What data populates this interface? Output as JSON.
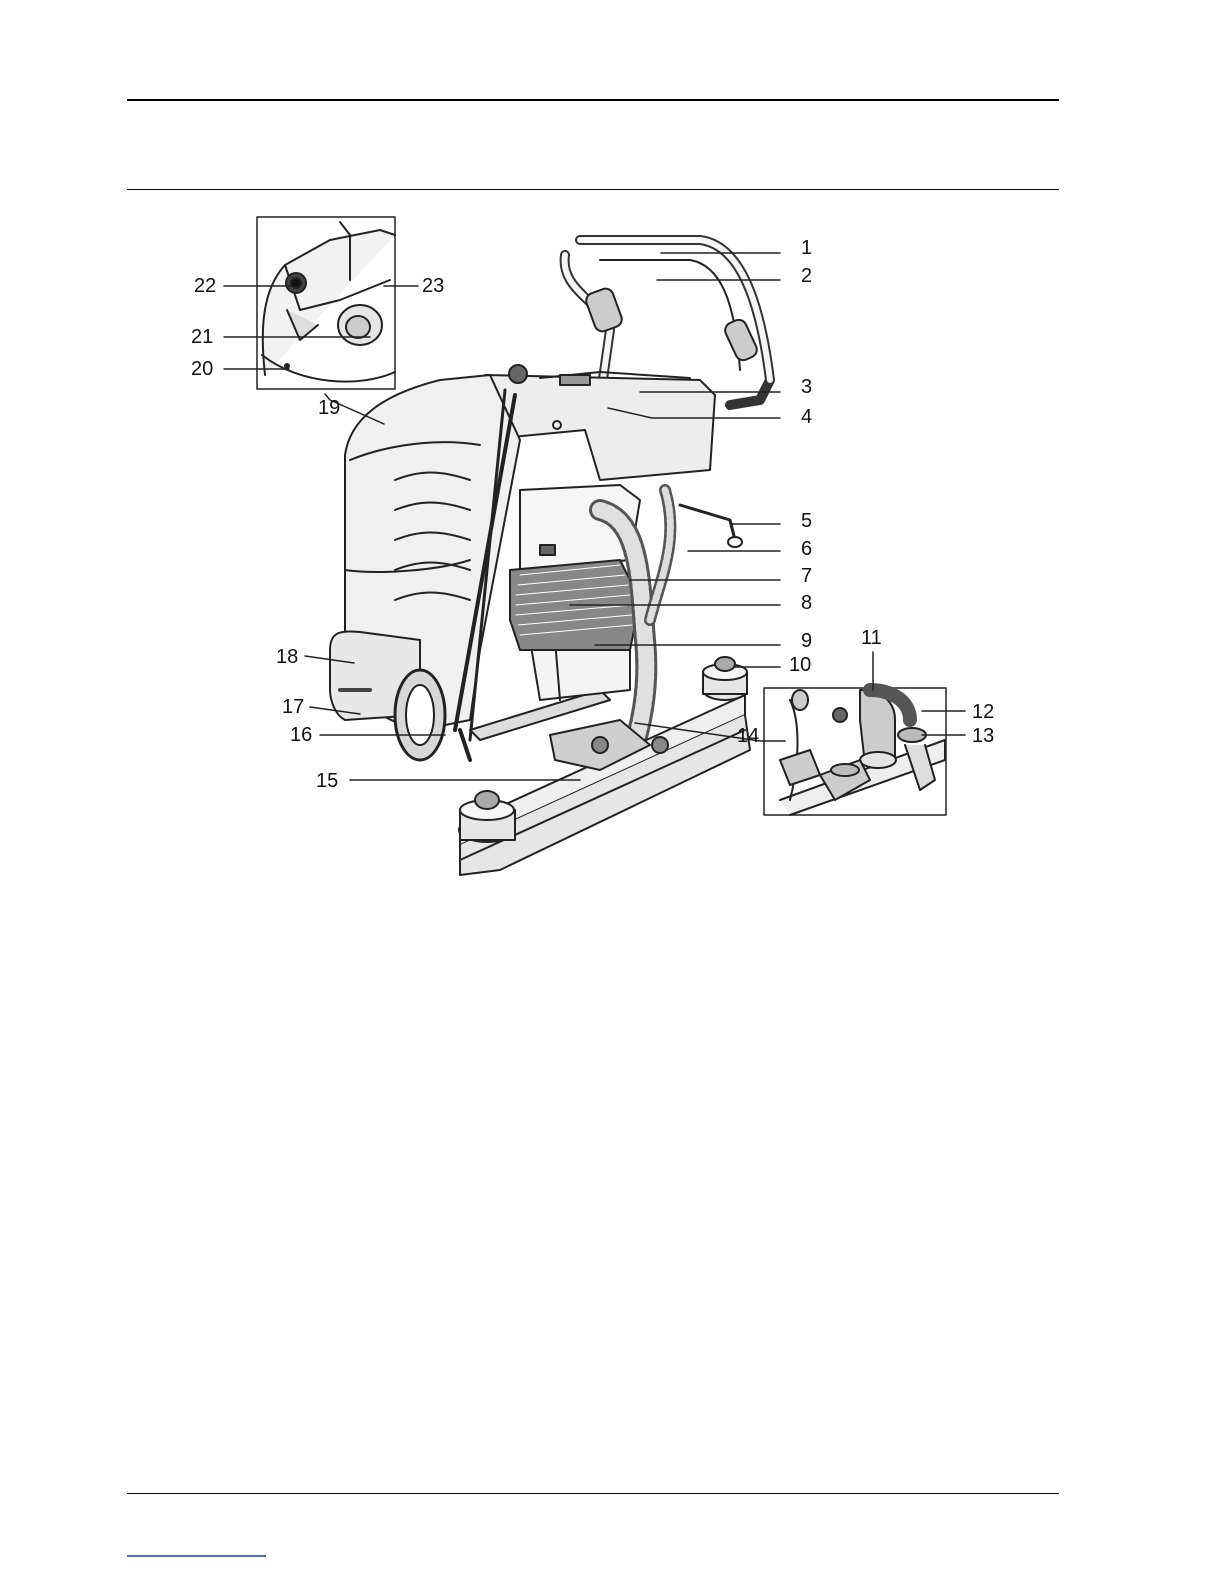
{
  "figure": {
    "callouts": [
      "1",
      "2",
      "3",
      "4",
      "5",
      "6",
      "7",
      "8",
      "9",
      "10",
      "11",
      "12",
      "13",
      "14",
      "15",
      "16",
      "17",
      "18",
      "19",
      "20",
      "21",
      "22",
      "23"
    ]
  }
}
